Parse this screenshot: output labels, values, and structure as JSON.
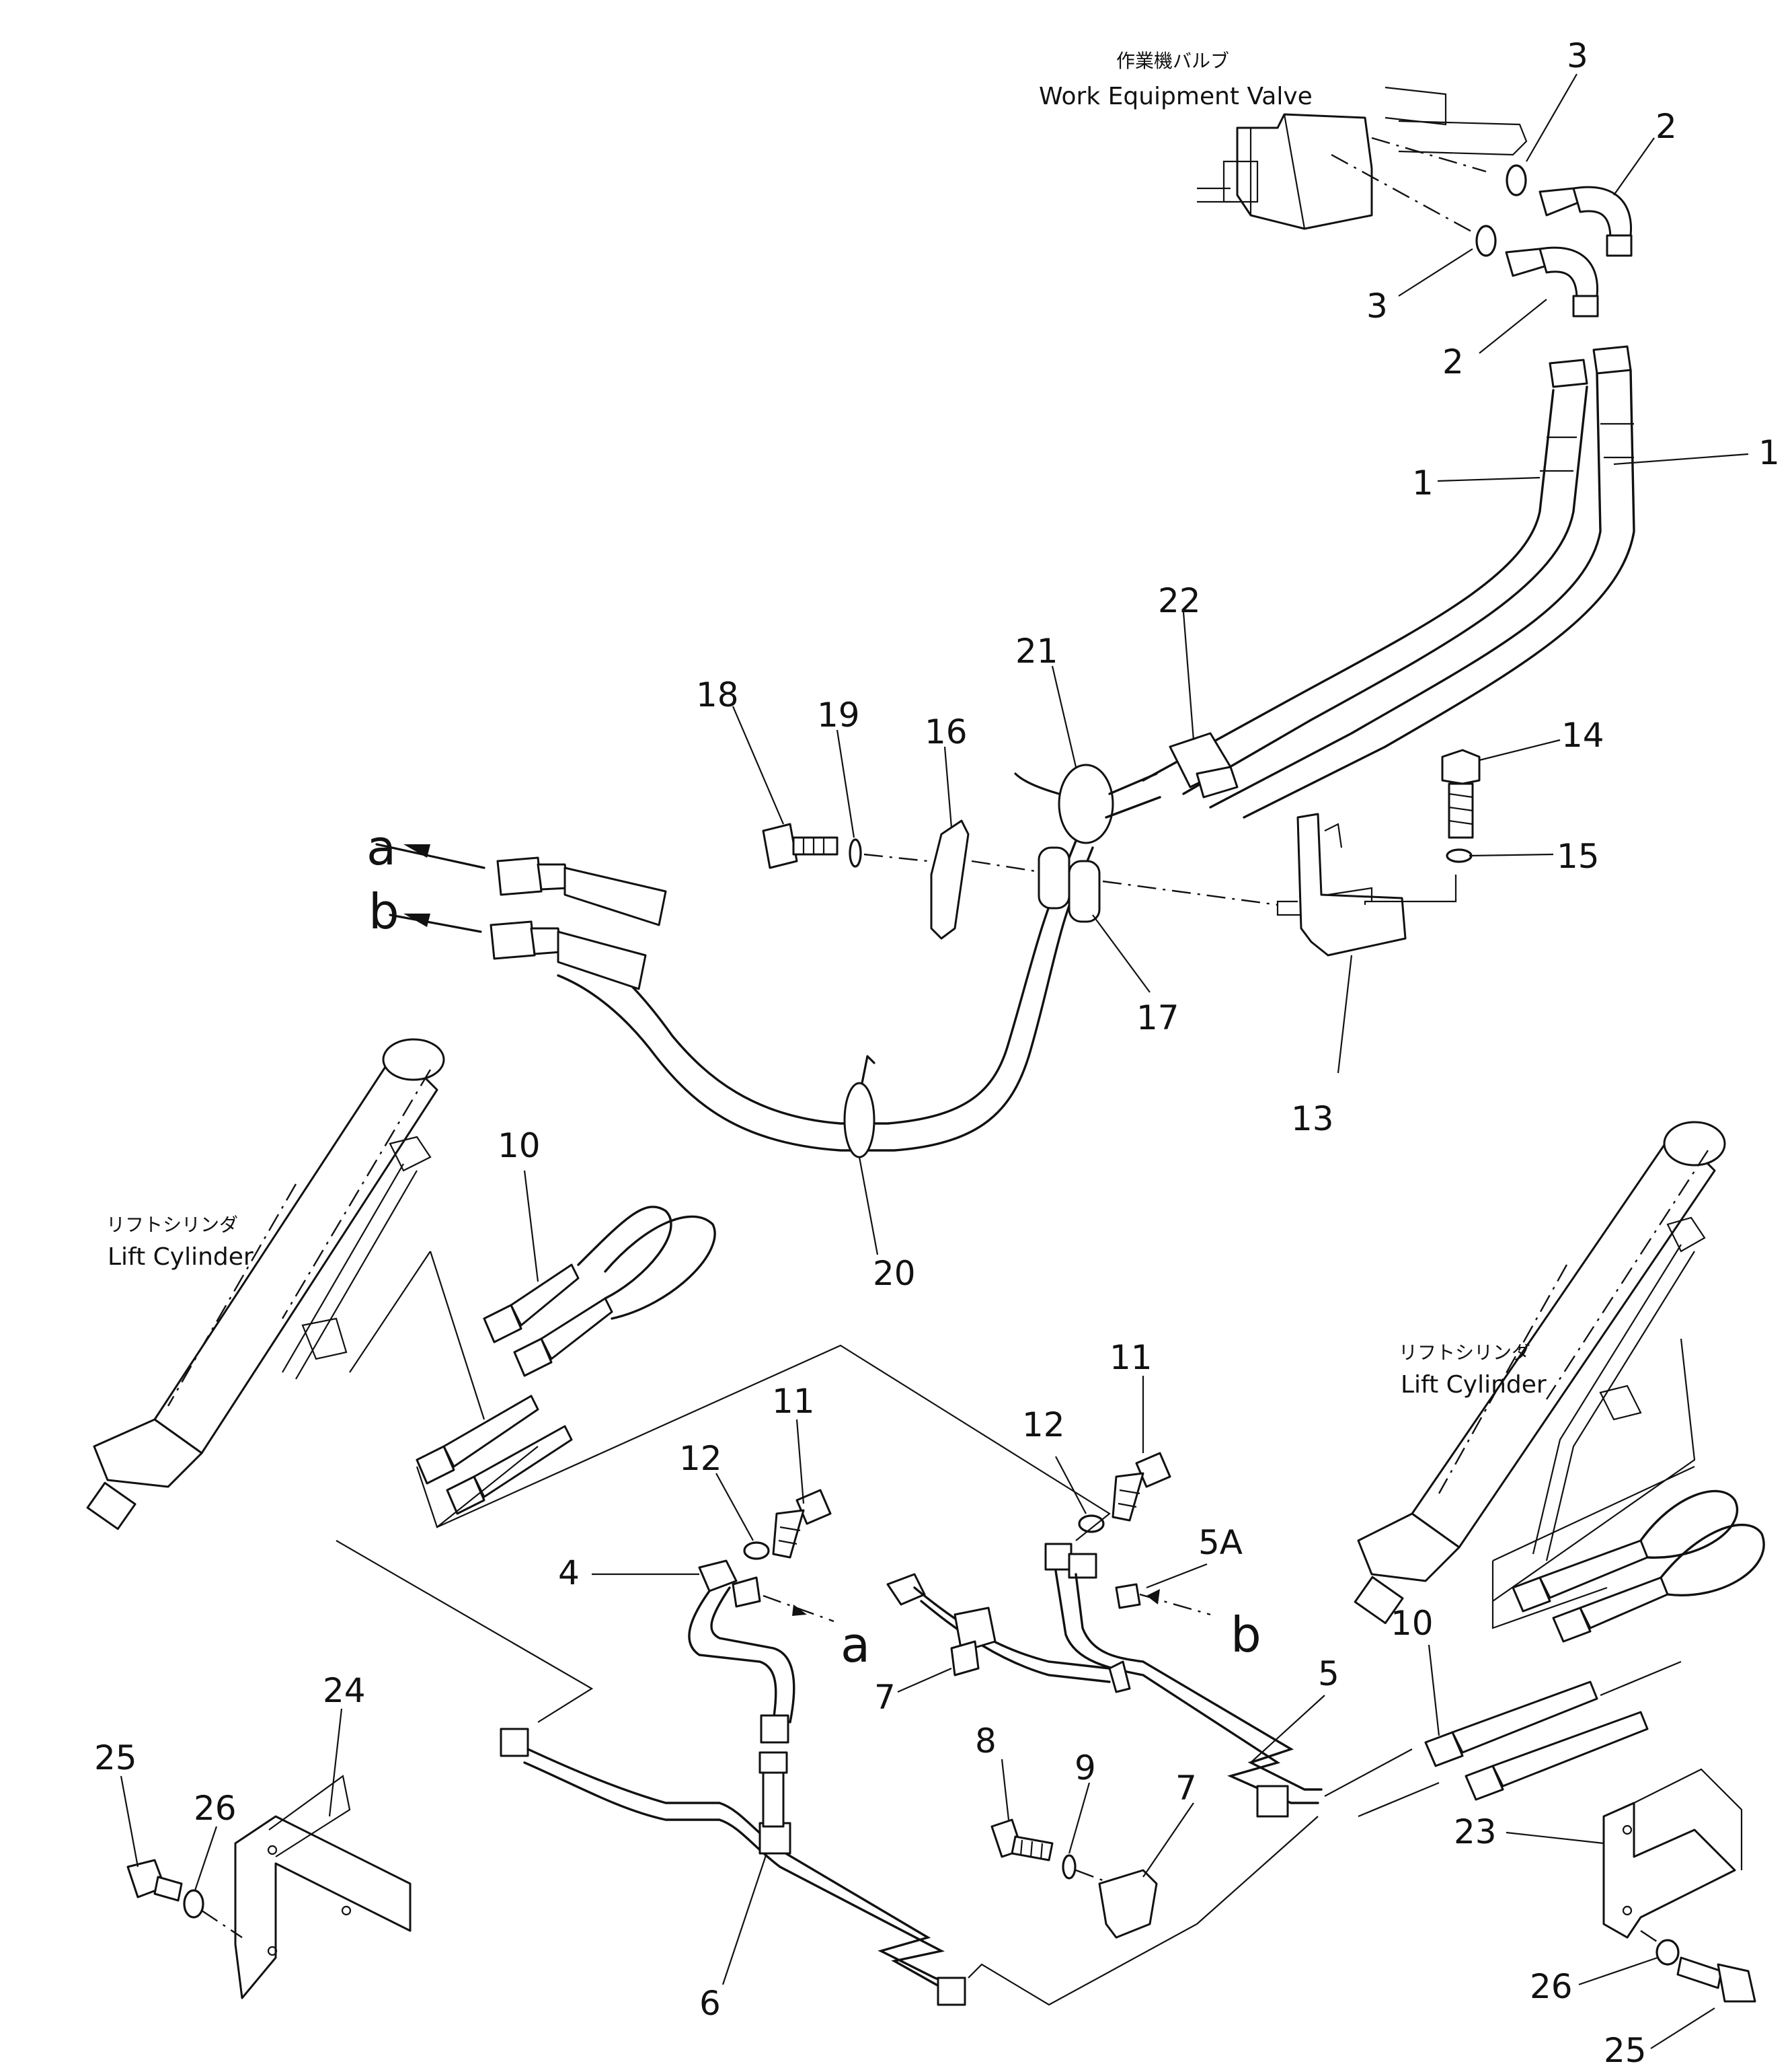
{
  "labels": {
    "work_valve_jp": "作業機バルブ",
    "work_valve_en": "Work Equipment Valve",
    "lift_cyl_left_jp": "リフトシリンダ",
    "lift_cyl_left_en": "Lift Cylinder",
    "lift_cyl_right_jp": "リフトシリンダ",
    "lift_cyl_right_en": "Lift Cylinder"
  },
  "callouts": [
    {
      "id": "c-3-top",
      "text": "3"
    },
    {
      "id": "c-2-top",
      "text": "2"
    },
    {
      "id": "c-3-mid",
      "text": "3"
    },
    {
      "id": "c-2-mid",
      "text": "2"
    },
    {
      "id": "c-1-left",
      "text": "1"
    },
    {
      "id": "c-1-right",
      "text": "1"
    },
    {
      "id": "c-22",
      "text": "22"
    },
    {
      "id": "c-21",
      "text": "21"
    },
    {
      "id": "c-18",
      "text": "18"
    },
    {
      "id": "c-19",
      "text": "19"
    },
    {
      "id": "c-16",
      "text": "16"
    },
    {
      "id": "c-14",
      "text": "14"
    },
    {
      "id": "c-15",
      "text": "15"
    },
    {
      "id": "c-17",
      "text": "17"
    },
    {
      "id": "c-13",
      "text": "13"
    },
    {
      "id": "c-20",
      "text": "20"
    },
    {
      "id": "c-10-left",
      "text": "10"
    },
    {
      "id": "c-11-left",
      "text": "11"
    },
    {
      "id": "c-12-left",
      "text": "12"
    },
    {
      "id": "c-11-right",
      "text": "11"
    },
    {
      "id": "c-12-right",
      "text": "12"
    },
    {
      "id": "c-5A",
      "text": "5A"
    },
    {
      "id": "c-4",
      "text": "4"
    },
    {
      "id": "c-7-top",
      "text": "7"
    },
    {
      "id": "c-5",
      "text": "5"
    },
    {
      "id": "c-10-right",
      "text": "10"
    },
    {
      "id": "c-8",
      "text": "8"
    },
    {
      "id": "c-9",
      "text": "9"
    },
    {
      "id": "c-7-bot",
      "text": "7"
    },
    {
      "id": "c-24",
      "text": "24"
    },
    {
      "id": "c-25-left",
      "text": "25"
    },
    {
      "id": "c-26-left",
      "text": "26"
    },
    {
      "id": "c-6",
      "text": "6"
    },
    {
      "id": "c-23",
      "text": "23"
    },
    {
      "id": "c-26-right",
      "text": "26"
    },
    {
      "id": "c-25-right",
      "text": "25"
    }
  ],
  "connections": {
    "a_top": "a",
    "b_top": "b",
    "a_bottom": "a",
    "b_bottom": "b"
  }
}
